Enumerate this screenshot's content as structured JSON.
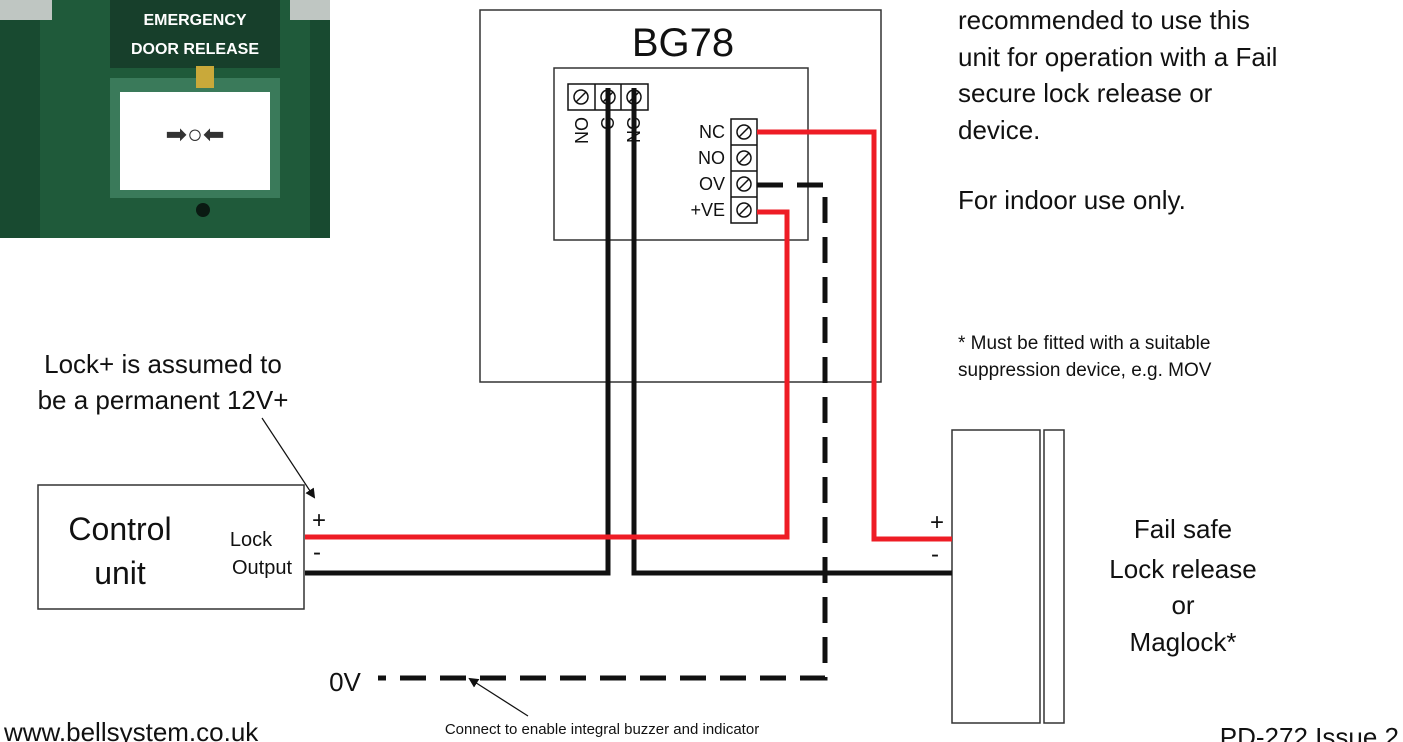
{
  "device": {
    "photo_lines": [
      "EMERGENCY",
      "DOOR RELEASE"
    ],
    "symbol": "➡○⬅"
  },
  "unit_box": {
    "title": "BG78",
    "left_terminals": [
      "NO",
      "C",
      "NC"
    ],
    "right_terminals": [
      "NC",
      "NO",
      "OV",
      "+VE"
    ]
  },
  "notes": {
    "top_right": [
      "recommended to use this",
      "unit for operation with a Fail",
      "secure lock release or",
      "device."
    ],
    "indoor": "For indoor use only.",
    "suppression": [
      "* Must be fitted with a suitable",
      "suppression device, e.g. MOV"
    ]
  },
  "lock_plus_note": [
    "Lock+ is assumed to",
    "be a permanent 12V+"
  ],
  "control_unit": {
    "title_lines": [
      "Control",
      "unit"
    ],
    "output_lines": [
      "Lock",
      "Output"
    ],
    "plus": "+",
    "minus": "-"
  },
  "lock_device": {
    "plus": "+",
    "minus": "-",
    "label_lines": [
      "Fail safe",
      "Lock release",
      "or",
      "Maglock*"
    ]
  },
  "zero_v": "0V",
  "connect_note": "Connect to enable integral buzzer and indicator",
  "website": "www.bellsystem.co.uk",
  "doc_id": "PD-272 Issue 2",
  "colors": {
    "positive_wire": "#ee1c25",
    "negative_wire": "#111111",
    "device_green": "#1f5a3a"
  }
}
